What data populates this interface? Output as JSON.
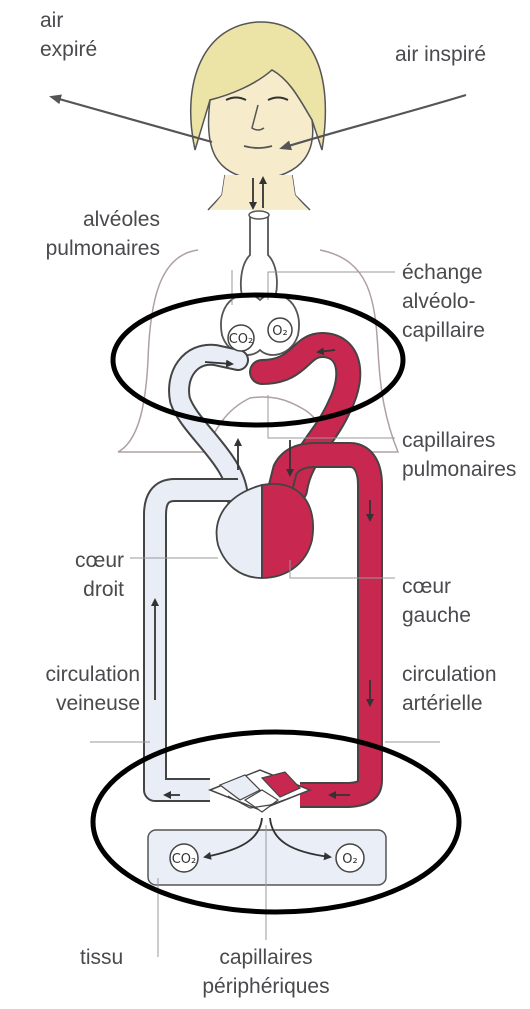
{
  "labels": {
    "air_expire": [
      "air",
      "expiré"
    ],
    "air_inspire": "air inspiré",
    "alveoles": [
      "alvéoles",
      "pulmonaires"
    ],
    "echange": [
      "échange",
      "alvéolo-",
      "capillaire"
    ],
    "capillaires_pulmonaires": [
      "capillaires",
      "pulmonaires"
    ],
    "coeur_droit": [
      "cœur",
      "droit"
    ],
    "coeur_gauche": [
      "cœur",
      "gauche"
    ],
    "circulation_veineuse": [
      "circulation",
      "veineuse"
    ],
    "circulation_arterielle": [
      "circulation",
      "artérielle"
    ],
    "tissu": "tissu",
    "capillaires_peripheriques": [
      "capillaires",
      "périphériques"
    ]
  },
  "gas_labels": {
    "co2_lung": "CO₂",
    "o2_lung": "O₂",
    "co2_tissue": "CO₂",
    "o2_tissue": "O₂"
  },
  "colors": {
    "arterial": "#c8284f",
    "venous": "#e9edf6",
    "outline": "#444444",
    "highlight_ellipse": "#000000",
    "label_text": "#4a4a4e",
    "skin": "#f6eccc",
    "hair": "#ece3a6",
    "tissue": "#e9eef7"
  }
}
